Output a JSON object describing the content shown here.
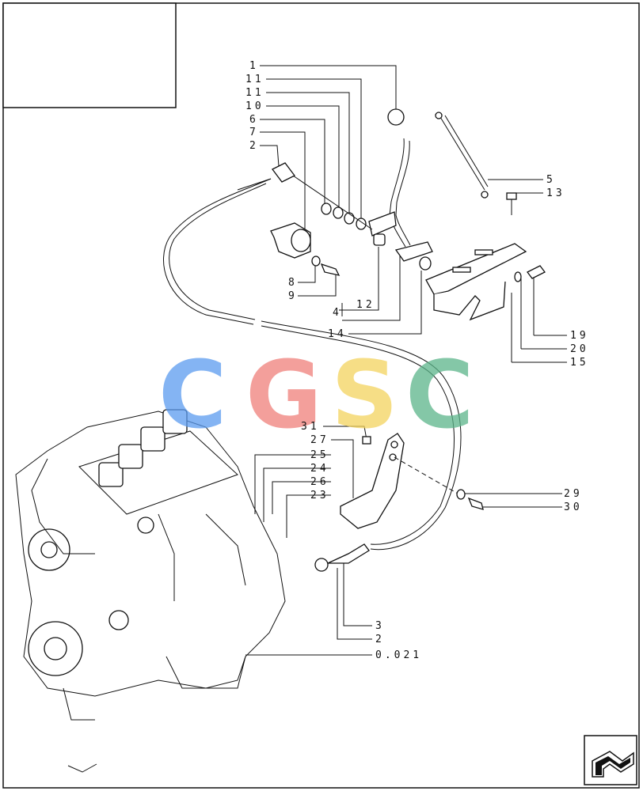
{
  "title_box": {
    "text": ""
  },
  "watermark": {
    "letters": [
      {
        "char": "C",
        "color": "#5b9bef"
      },
      {
        "char": "G",
        "color": "#ef7f7a"
      },
      {
        "char": "S",
        "color": "#f4d35e"
      },
      {
        "char": "C",
        "color": "#5bb58a"
      }
    ]
  },
  "callouts": [
    {
      "id": "c1",
      "text": "1"
    },
    {
      "id": "c11a",
      "text": "11"
    },
    {
      "id": "c11b",
      "text": "11"
    },
    {
      "id": "c10",
      "text": "10"
    },
    {
      "id": "c6",
      "text": "6"
    },
    {
      "id": "c7",
      "text": "7"
    },
    {
      "id": "c2a",
      "text": "2"
    },
    {
      "id": "c5",
      "text": "5"
    },
    {
      "id": "c13",
      "text": "13"
    },
    {
      "id": "c8",
      "text": "8"
    },
    {
      "id": "c9",
      "text": "9"
    },
    {
      "id": "c4",
      "text": "4"
    },
    {
      "id": "c12",
      "text": "12"
    },
    {
      "id": "c14",
      "text": "14"
    },
    {
      "id": "c19",
      "text": "19"
    },
    {
      "id": "c20",
      "text": "20"
    },
    {
      "id": "c15",
      "text": "15"
    },
    {
      "id": "c31",
      "text": "31"
    },
    {
      "id": "c27",
      "text": "27"
    },
    {
      "id": "c25",
      "text": "25"
    },
    {
      "id": "c24",
      "text": "24"
    },
    {
      "id": "c26",
      "text": "26"
    },
    {
      "id": "c23",
      "text": "23"
    },
    {
      "id": "c29",
      "text": "29"
    },
    {
      "id": "c30",
      "text": "30"
    },
    {
      "id": "c3",
      "text": "3"
    },
    {
      "id": "c2b",
      "text": "2"
    },
    {
      "id": "c0021",
      "text": "0.021"
    }
  ],
  "nav_icon": "page-arrow-icon"
}
